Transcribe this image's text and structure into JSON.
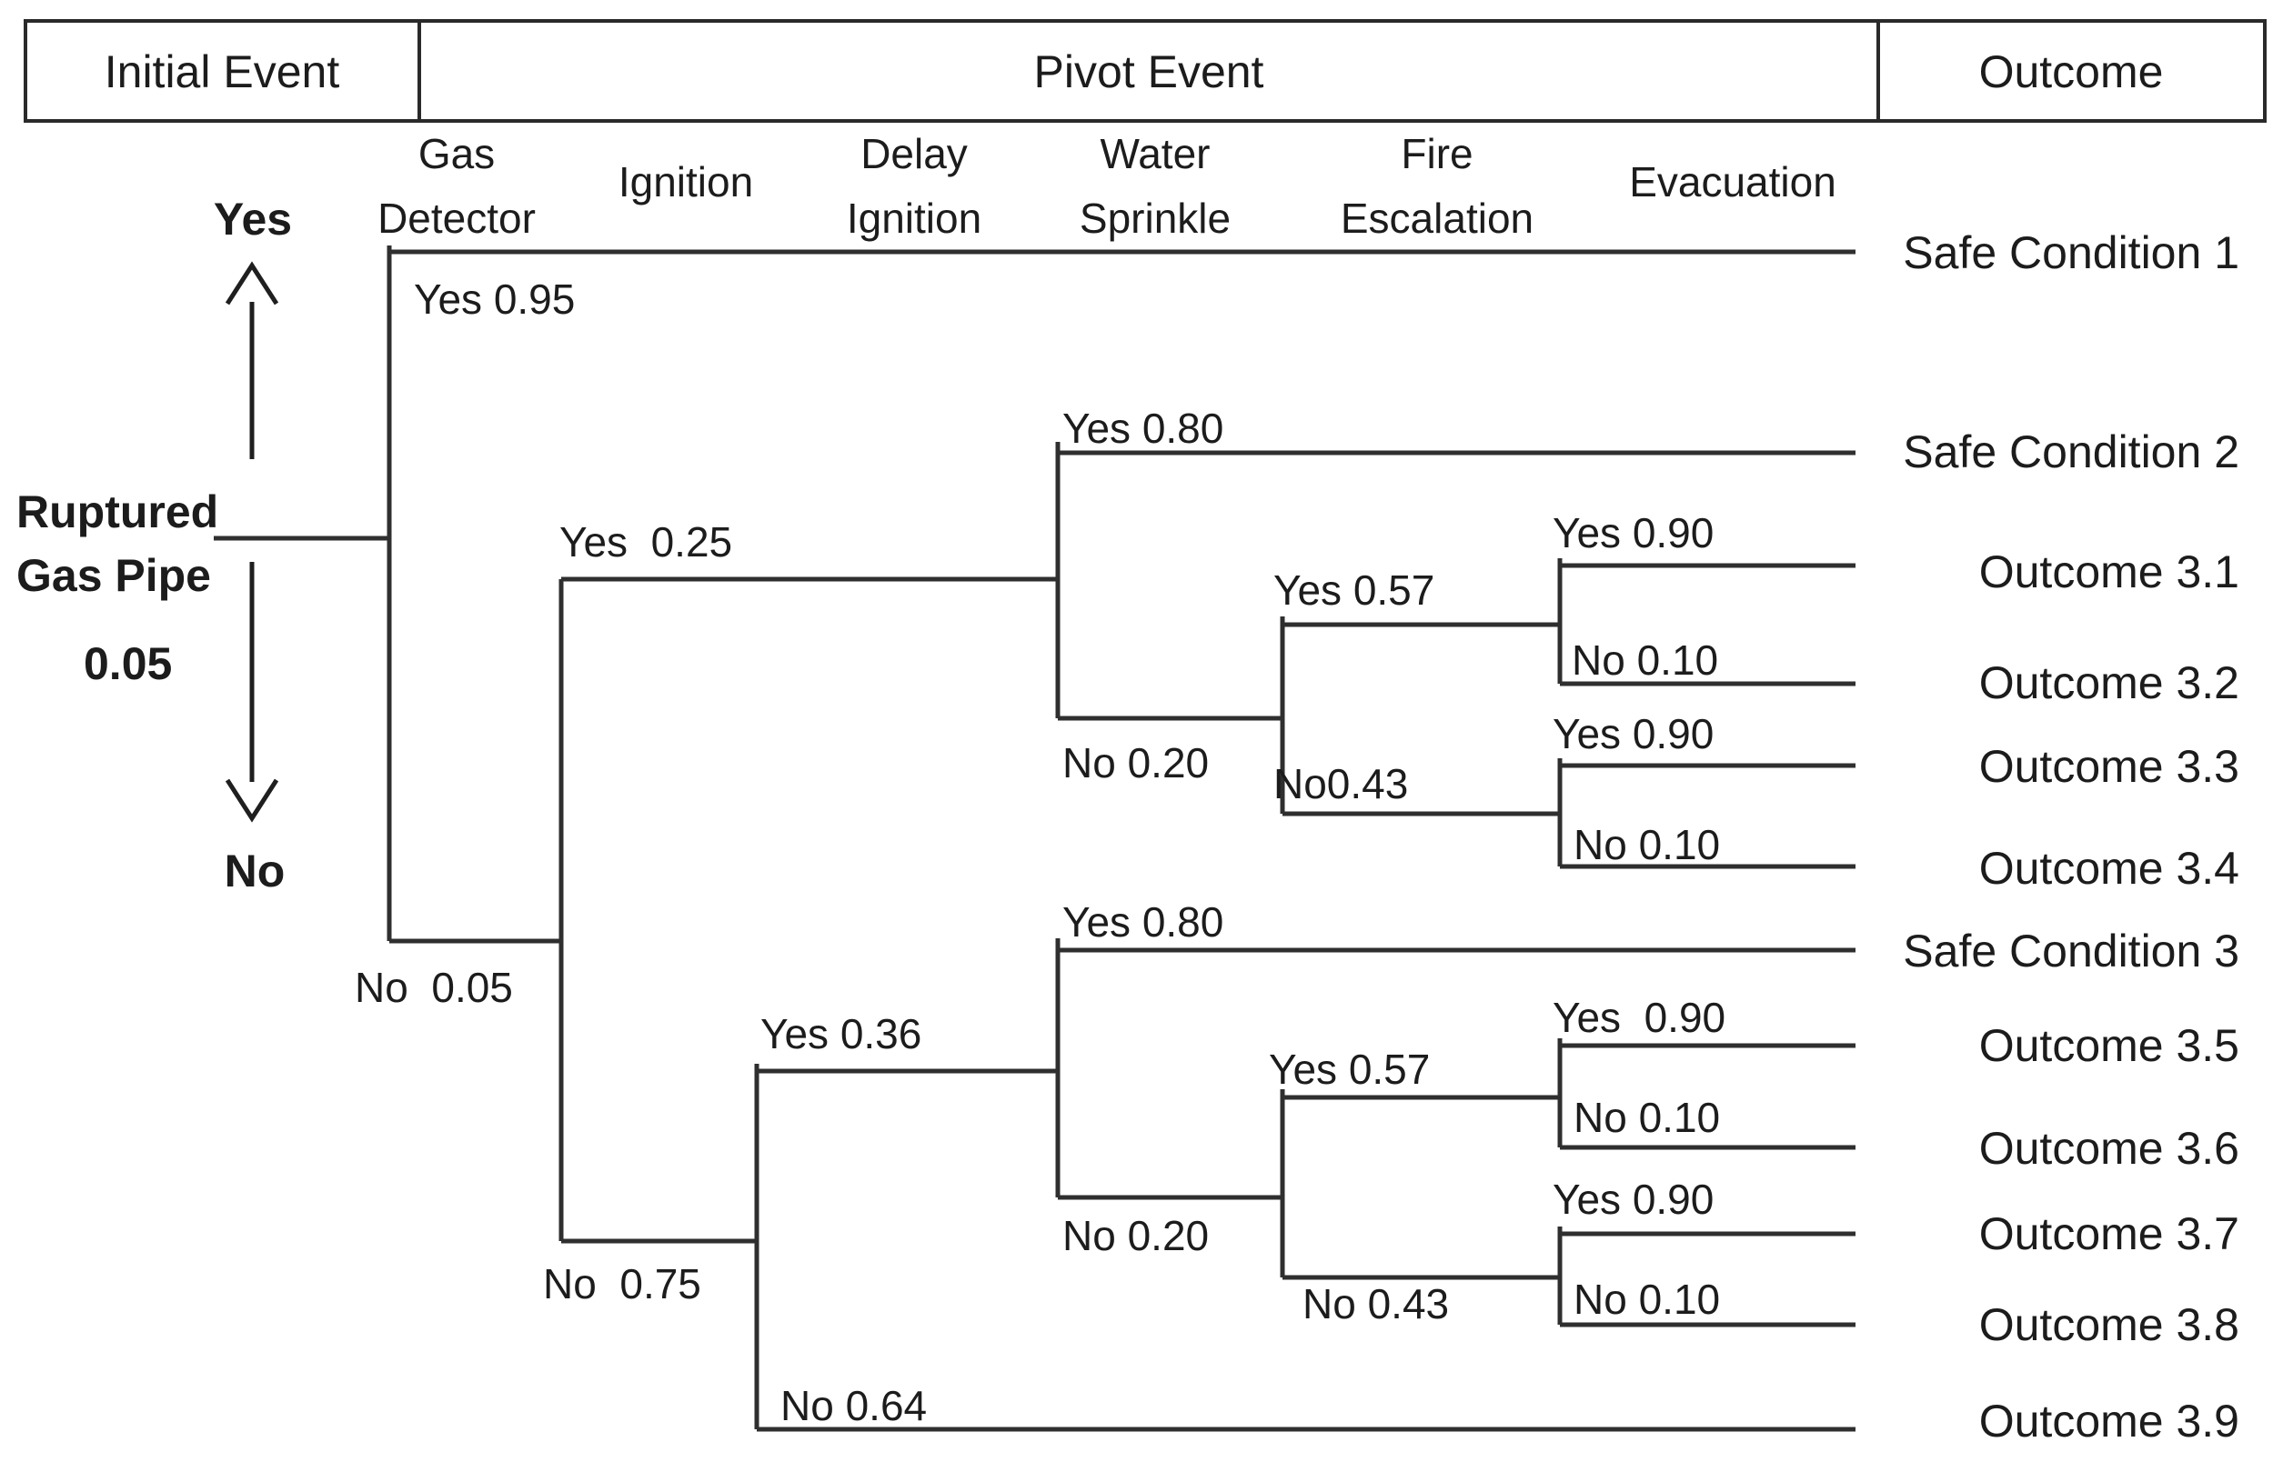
{
  "title_row": {
    "initial_event": "Initial Event",
    "pivot_event": "Pivot Event",
    "outcome": "Outcome"
  },
  "pivot_columns": [
    {
      "line1": "Gas",
      "line2": "Detector"
    },
    {
      "line1": "Ignition",
      "line2": ""
    },
    {
      "line1": "Delay",
      "line2": "Ignition"
    },
    {
      "line1": "Water",
      "line2": "Sprinkle"
    },
    {
      "line1": "Fire",
      "line2": "Escalation"
    },
    {
      "line1": "Evacuation",
      "line2": ""
    }
  ],
  "initial_event": {
    "name_line1": "Ruptured",
    "name_line2": "Gas Pipe",
    "probability": "0.05",
    "branch_up": "Yes",
    "branch_down": "No"
  },
  "branch_labels": {
    "gas_detector_yes": "Yes 0.95",
    "gas_detector_no": "No  0.05",
    "ignition_yes": "Yes  0.25",
    "ignition_no": "No  0.75",
    "delay_ignition_yes": "Yes 0.36",
    "delay_ignition_no": "No 0.64",
    "water_sprinkle_yes_upper": "Yes 0.80",
    "water_sprinkle_no_upper": "No 0.20",
    "fire_escalation_yes_upper": "Yes 0.57",
    "fire_escalation_no_upper": "No0.43",
    "evacuation_yes_1": "Yes 0.90",
    "evacuation_no_1": "No 0.10",
    "evacuation_yes_2": "Yes 0.90",
    "evacuation_no_2": "No 0.10",
    "water_sprinkle_yes_lower": "Yes 0.80",
    "water_sprinkle_no_lower": "No 0.20",
    "fire_escalation_yes_lower": "Yes 0.57",
    "fire_escalation_no_lower": "No 0.43",
    "evacuation_yes_3": "Yes  0.90",
    "evacuation_no_3": "No 0.10",
    "evacuation_yes_4": "Yes 0.90",
    "evacuation_no_4": "No 0.10"
  },
  "outcomes": [
    "Safe Condition 1",
    "Safe Condition 2",
    "Outcome 3.1",
    "Outcome 3.2",
    "Outcome 3.3",
    "Outcome 3.4",
    "Safe Condition 3",
    "Outcome 3.5",
    "Outcome 3.6",
    "Outcome 3.7",
    "Outcome 3.8",
    "Outcome 3.9"
  ],
  "colors": {
    "ink": "#1c1c1c",
    "line": "#2f2f2f",
    "background": "#ffffff"
  }
}
